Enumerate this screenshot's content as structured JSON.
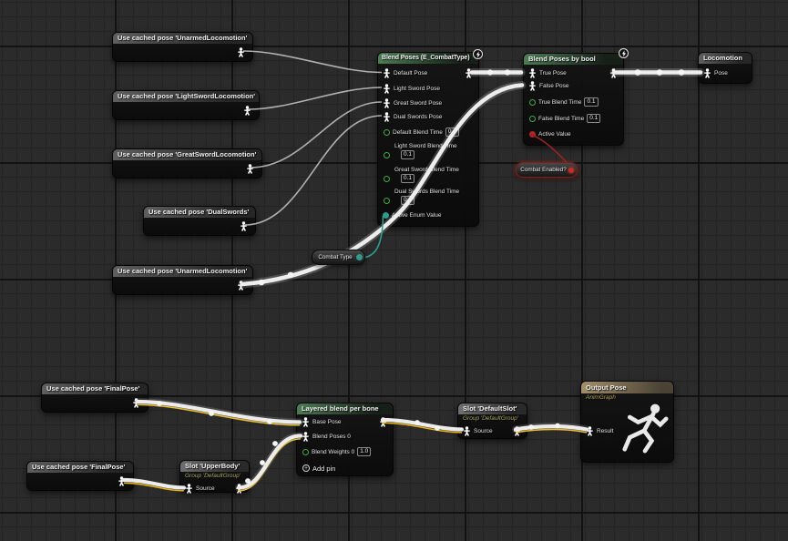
{
  "graph": {
    "colors": {
      "wire_pose": "#ededed",
      "wire_highlight": "#e7b416",
      "wire_bool": "#a82525",
      "wire_enum": "#2a9d8f",
      "pin_float": "#3fae3f",
      "title_green": "#4d7c55",
      "title_tan": "#a3906a"
    },
    "nodes": {
      "cached_unarmed_1": {
        "title": "Use cached pose 'UnarmedLocomotion'"
      },
      "cached_lightsword": {
        "title": "Use cached pose 'LightSwordLocomotion'"
      },
      "cached_greatsword": {
        "title": "Use cached pose 'GreatSwordLocomotion'"
      },
      "cached_dualswords": {
        "title": "Use cached pose 'DualSwords'"
      },
      "cached_unarmed_2": {
        "title": "Use cached pose 'UnarmedLocomotion'"
      },
      "blend_enum": {
        "title": "Blend Poses (E_CombatType)",
        "pin_default": "Default Pose",
        "pin_light": "Light Sword Pose",
        "pin_great": "Great Sword Pose",
        "pin_dual": "Dual Swords Pose",
        "pin_default_time": "Default Blend Time",
        "val_default_time": "0.1",
        "pin_light_time": "Light Sword Blend Time",
        "val_light_time": "0.1",
        "pin_great_time": "Great Sword Blend Time",
        "val_great_time": "0.1",
        "pin_dual_time": "Dual Swords Blend Time",
        "val_dual_time": "0.1",
        "pin_active": "Active Enum Value"
      },
      "blend_bool": {
        "title": "Blend Poses by bool",
        "pin_true": "True Pose",
        "pin_false": "False Pose",
        "pin_true_time": "True Blend Time",
        "val_true_time": "0.1",
        "pin_false_time": "False Blend Time",
        "val_false_time": "0.1",
        "pin_active": "Active Value"
      },
      "locomotion": {
        "title": "Locomotion",
        "pin_pose": "Pose"
      },
      "combat_enabled": {
        "label": "Combat Enabled?"
      },
      "combat_type": {
        "label": "Combat Type"
      },
      "cached_final_1": {
        "title": "Use cached pose 'FinalPose'"
      },
      "cached_final_2": {
        "title": "Use cached pose 'FinalPose'"
      },
      "layered_blend": {
        "title": "Layered blend per bone",
        "pin_base": "Base Pose",
        "pin_blend0": "Blend Poses 0",
        "pin_weights": "Blend Weights 0",
        "val_weights": "1.0",
        "add_pin": "Add pin"
      },
      "slot_upperbody": {
        "title": "Slot 'UpperBody'",
        "subtitle": "Group 'DefaultGroup'",
        "pin_source": "Source"
      },
      "slot_default": {
        "title": "Slot 'DefaultSlot'",
        "subtitle": "Group 'DefaultGroup'",
        "pin_source": "Source"
      },
      "output_pose": {
        "title": "Output Pose",
        "subtitle": "AnimGraph",
        "pin_result": "Result"
      }
    }
  }
}
